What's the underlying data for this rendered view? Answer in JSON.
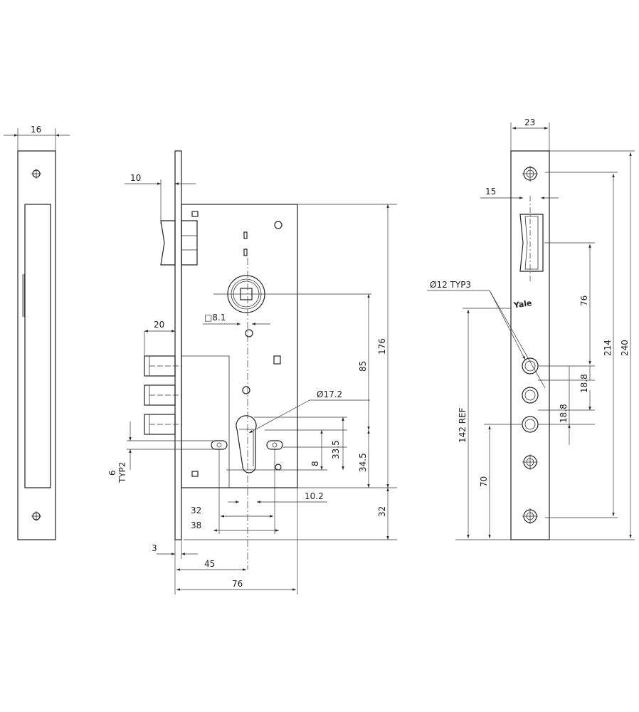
{
  "side_view": {
    "width": "16"
  },
  "front_view": {
    "dims": {
      "d10": "10",
      "sq": "□8.1",
      "d20": "20",
      "dia": "Ø17.2",
      "d85": "85",
      "d176": "176",
      "d33": "33.5",
      "d34": "34.5",
      "d8": "8",
      "d102": "10.2",
      "d32v": "32",
      "d32h": "32",
      "d38": "38",
      "d3": "3",
      "d45": "45",
      "d76": "76",
      "d6": "6",
      "typ2": "TYP2"
    }
  },
  "faceplate_view": {
    "brand": "Yale",
    "dims": {
      "d23": "23",
      "d15": "15",
      "dia12": "Ø12 TYP3",
      "d76": "76",
      "d214": "214",
      "d240": "240",
      "d188a": "18.8",
      "d188b": "18.8",
      "d142": "142 REF",
      "d70": "70"
    }
  }
}
